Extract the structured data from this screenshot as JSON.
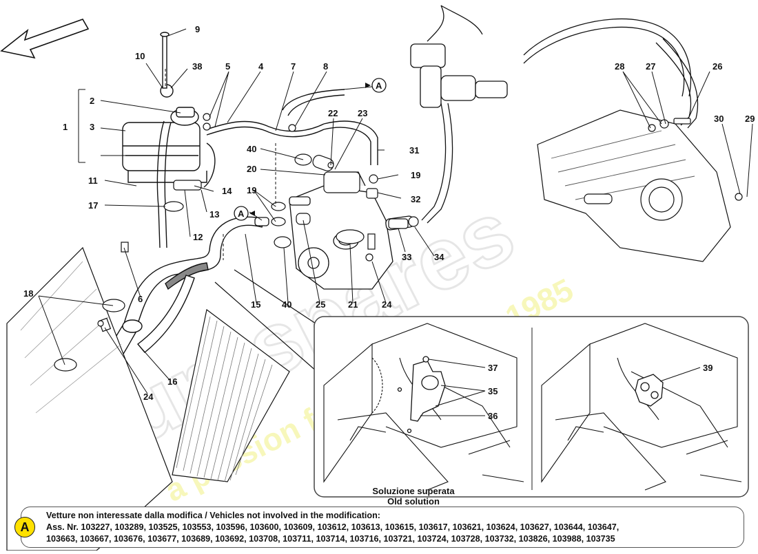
{
  "callouts": [
    {
      "n": "9"
    },
    {
      "n": "10"
    },
    {
      "n": "38"
    },
    {
      "n": "5"
    },
    {
      "n": "4"
    },
    {
      "n": "7"
    },
    {
      "n": "8"
    },
    {
      "n": "A"
    },
    {
      "n": "28"
    },
    {
      "n": "27"
    },
    {
      "n": "26"
    },
    {
      "n": "2"
    },
    {
      "n": "1"
    },
    {
      "n": "3"
    },
    {
      "n": "22"
    },
    {
      "n": "23"
    },
    {
      "n": "30"
    },
    {
      "n": "29"
    },
    {
      "n": "40"
    },
    {
      "n": "31"
    },
    {
      "n": "20"
    },
    {
      "n": "19"
    },
    {
      "n": "11"
    },
    {
      "n": "14"
    },
    {
      "n": "32"
    },
    {
      "n": "17"
    },
    {
      "n": "19"
    },
    {
      "n": "13"
    },
    {
      "n": "A"
    },
    {
      "n": "12"
    },
    {
      "n": "33"
    },
    {
      "n": "34"
    },
    {
      "n": "6"
    },
    {
      "n": "18"
    },
    {
      "n": "15"
    },
    {
      "n": "40"
    },
    {
      "n": "25"
    },
    {
      "n": "21"
    },
    {
      "n": "24"
    },
    {
      "n": "16"
    },
    {
      "n": "24"
    },
    {
      "n": "37"
    },
    {
      "n": "35"
    },
    {
      "n": "36"
    },
    {
      "n": "39"
    }
  ],
  "watermark": {
    "brand": "eurospares",
    "tagline": "a passion for parts since 1985"
  },
  "detail": {
    "old_solution_it": "Soluzione superata",
    "old_solution_en": "Old solution"
  },
  "note": {
    "badge": "A",
    "line1": "Vetture non interessate dalla modifica / Vehicles not involved in the modification:",
    "line2": "Ass. Nr. 103227, 103289, 103525, 103553, 103596, 103600, 103609, 103612, 103613, 103615, 103617, 103621, 103624, 103627, 103644, 103647,",
    "line3": "103663, 103667, 103676, 103677, 103689, 103692, 103708, 103711, 103714, 103716, 103721, 103724, 103728, 103732, 103826, 103988, 103735"
  }
}
